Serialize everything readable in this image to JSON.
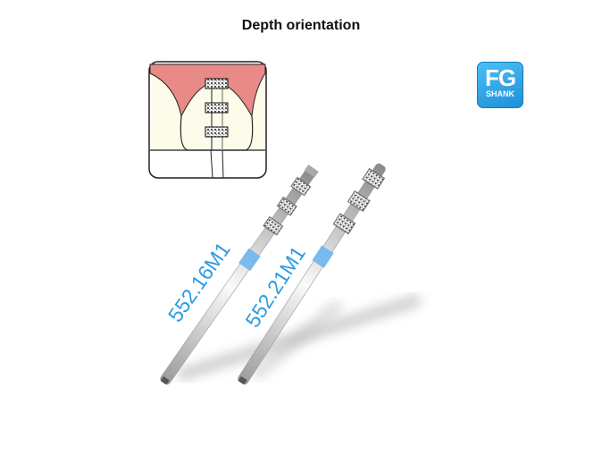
{
  "title": "Depth orientation",
  "badge": {
    "main": "FG",
    "sub": "SHANK",
    "color": "#2b9be3"
  },
  "burs": [
    {
      "label": "552.16M1"
    },
    {
      "label": "552.21M1"
    }
  ],
  "colors": {
    "gum": "#e88a88",
    "tooth": "#fdfbe9",
    "label": "#2b9be3"
  }
}
